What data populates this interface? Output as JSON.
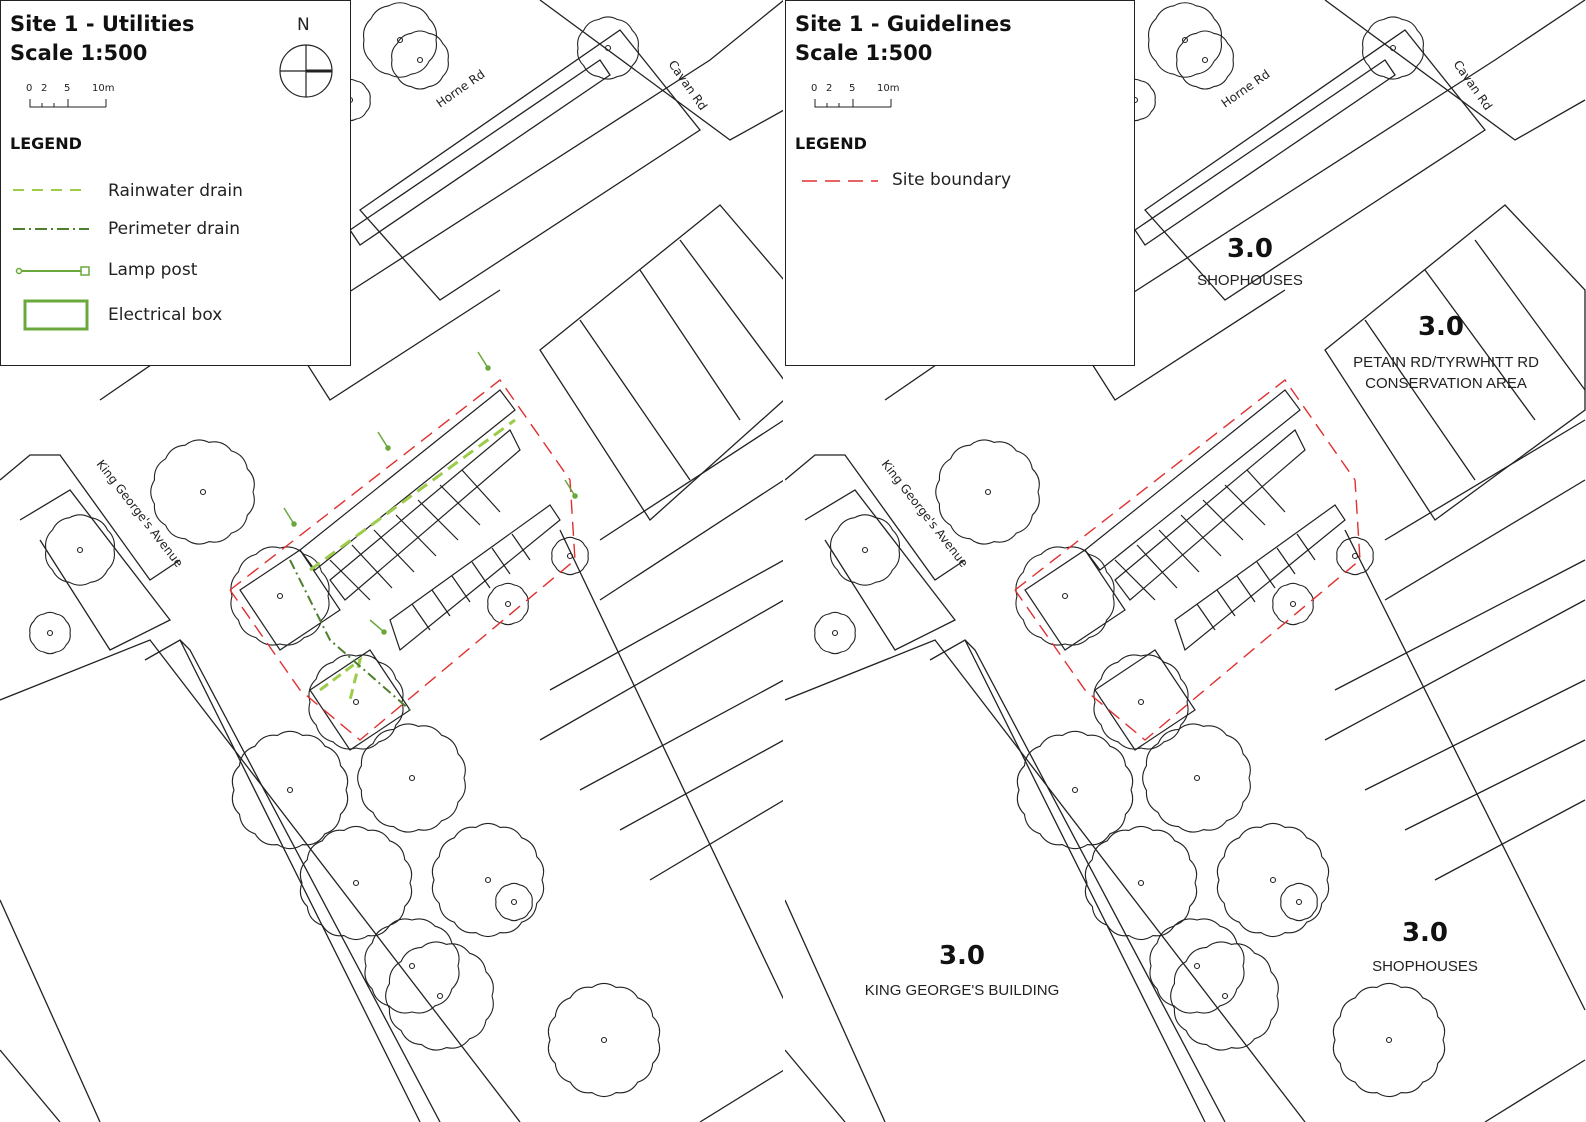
{
  "left_panel": {
    "title_line1": "Site 1 - Utilities",
    "title_line2": "Scale 1:500",
    "north": "N",
    "scale_ticks": [
      "0",
      "2",
      "5",
      "10m"
    ],
    "legend_title": "LEGEND",
    "legend_items": [
      {
        "label": "Rainwater drain",
        "color": "#9ccc4a",
        "style": "dashed"
      },
      {
        "label": "Perimeter drain",
        "color": "#4e7f2e",
        "style": "dash-dot"
      },
      {
        "label": "Lamp post",
        "color": "#6aa83c",
        "style": "lamp"
      },
      {
        "label": "Electrical box",
        "color": "#6aa83c",
        "style": "box"
      }
    ]
  },
  "right_panel": {
    "title_line1": "Site 1 - Guidelines",
    "title_line2": "Scale 1:500",
    "scale_ticks": [
      "0",
      "2",
      "5",
      "10m"
    ],
    "legend_title": "LEGEND",
    "legend_items": [
      {
        "label": "Site boundary",
        "color": "#e03030",
        "style": "dashed"
      }
    ],
    "far_labels": [
      {
        "value": "3.0",
        "name": "SHOPHOUSES"
      },
      {
        "value": "3.0",
        "name": "PETAIN RD/TYRWHITT RD CONSERVATION AREA"
      },
      {
        "value": "3.0",
        "name": "SHOPHOUSES"
      },
      {
        "value": "3.0",
        "name": "KING GEORGE'S BUILDING"
      }
    ]
  },
  "roads": {
    "horne": "Horne Rd",
    "cavan": "Cavan Rd",
    "king_george": "King George's Avenue"
  },
  "colors": {
    "site_boundary": "#e03030",
    "rainwater": "#9ccc4a",
    "perimeter": "#4e7f2e",
    "line": "#222222"
  }
}
